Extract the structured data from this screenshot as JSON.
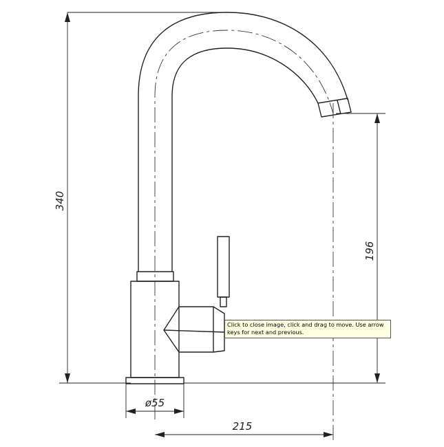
{
  "dimensions": {
    "height_total": "340",
    "spout_height": "196",
    "base_diameter": "ø55",
    "reach": "215"
  },
  "tooltip": {
    "text": "Click to close image, click and drag to move. Use arrow keys for next and previous."
  }
}
